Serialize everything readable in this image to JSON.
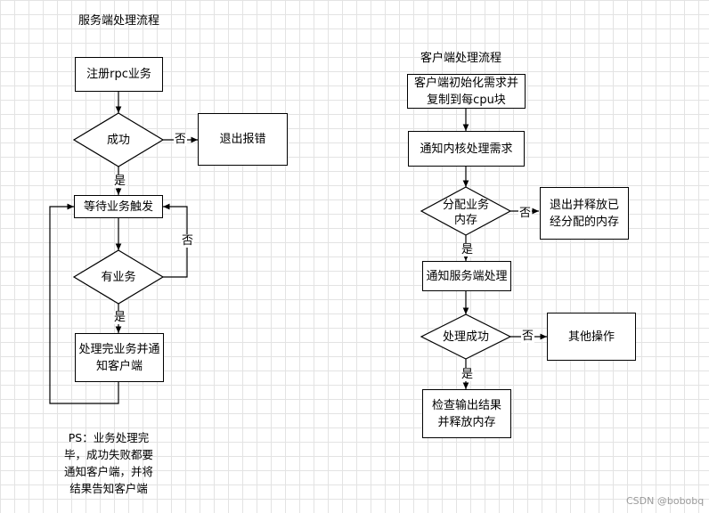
{
  "server": {
    "title": "服务端处理流程",
    "register": "注册rpc业务",
    "success": "成功",
    "exit_error": "退出报错",
    "wait": "等待业务触发",
    "has_task": "有业务",
    "process": "处理完业务并通知客户端",
    "note": "PS：业务处理完毕，成功失败都要通知客户端，并将结果告知客户端"
  },
  "client": {
    "title": "客户端处理流程",
    "init": "客户端初始化需求并复制到每cpu块",
    "notify_kernel": "通知内核处理需求",
    "alloc": "分配业务内存",
    "exit_release": "退出并释放已经分配的内存",
    "notify_server": "通知服务端处理",
    "success": "处理成功",
    "other": "其他操作",
    "check": "检查输出结果并释放内存"
  },
  "labels": {
    "yes": "是",
    "no": "否"
  },
  "watermark": "CSDN @bobobq"
}
